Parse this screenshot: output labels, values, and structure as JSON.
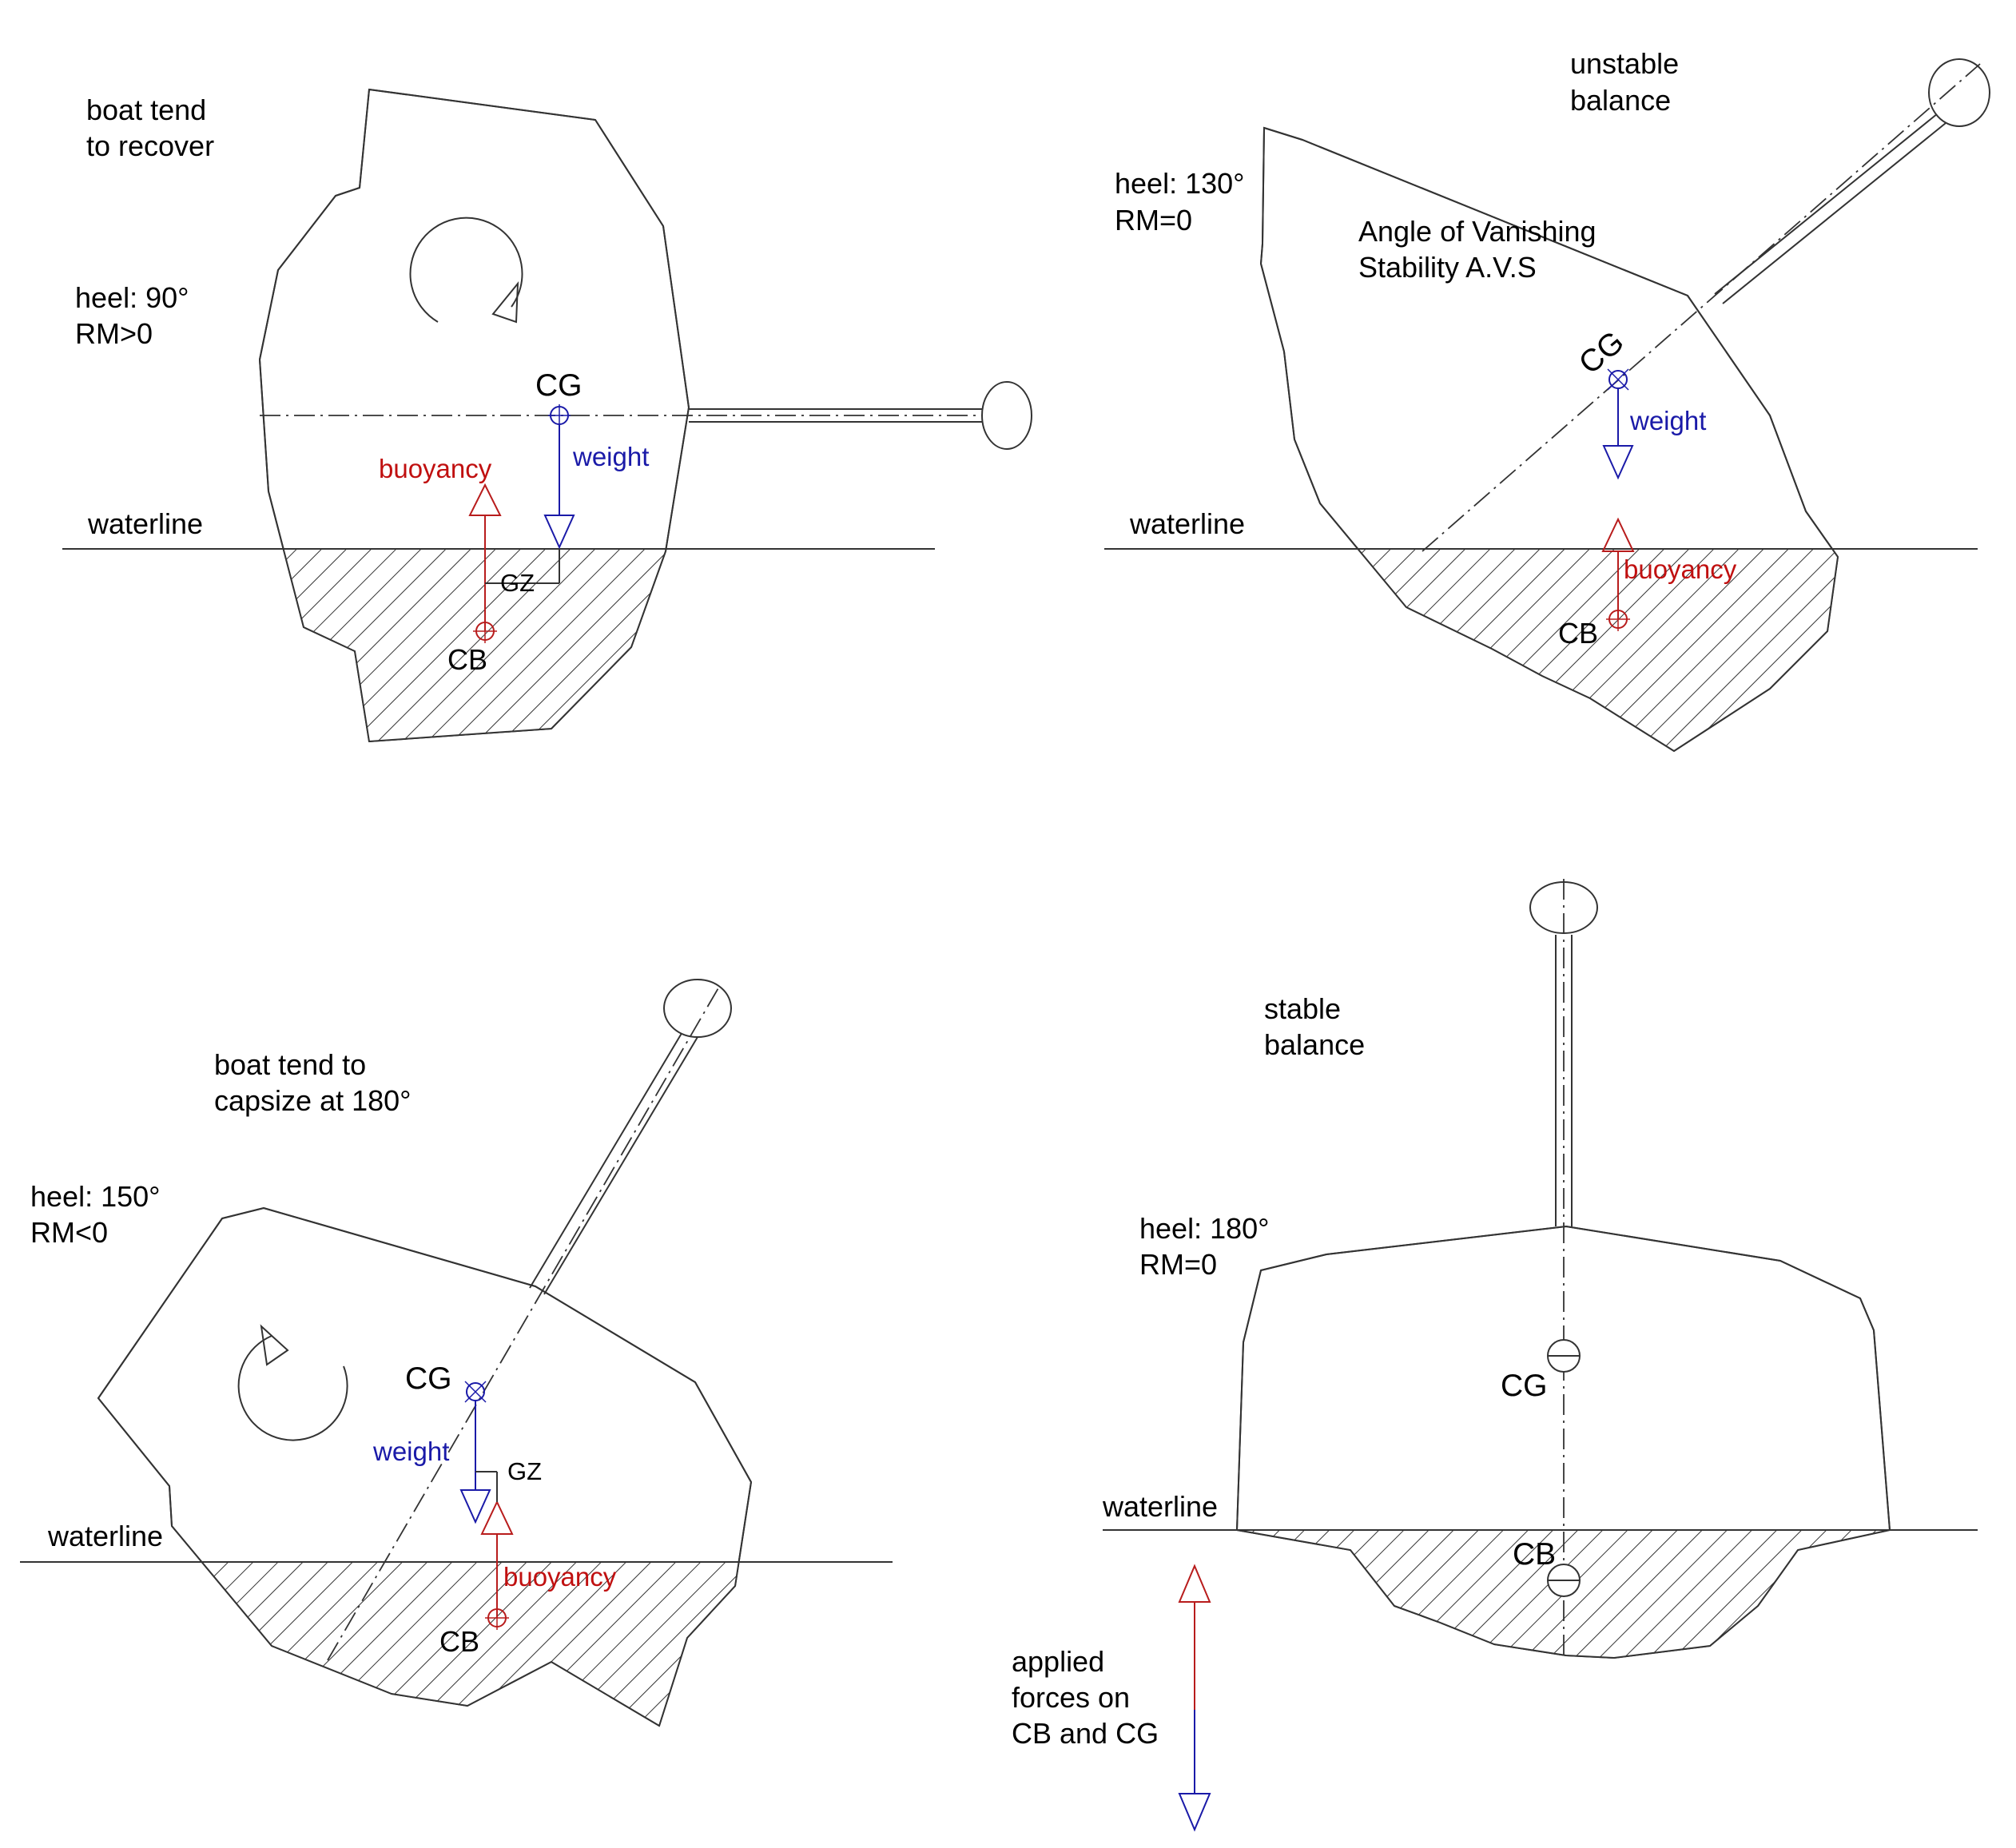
{
  "panels": [
    {
      "title": [
        "boat tend",
        "to recover"
      ],
      "heel": "heel: 90°",
      "rm": "RM>0",
      "cg": "CG",
      "cb": "CB",
      "gz": "GZ",
      "weight": "weight",
      "buoyancy": "buoyancy",
      "waterline": "waterline"
    },
    {
      "title": [
        "unstable",
        "balance"
      ],
      "heel": "heel: 130°",
      "rm": "RM=0",
      "avs": [
        "Angle of Vanishing",
        "Stability A.V.S"
      ],
      "cg": "CG",
      "cb": "CB",
      "weight": "weight",
      "buoyancy": "buoyancy",
      "waterline": "waterline"
    },
    {
      "title": [
        "boat tend to",
        "capsize at 180°"
      ],
      "heel": "heel: 150°",
      "rm": "RM<0",
      "cg": "CG",
      "cb": "CB",
      "gz": "GZ",
      "weight": "weight",
      "buoyancy": "buoyancy",
      "waterline": "waterline"
    },
    {
      "title": [
        "stable",
        "balance"
      ],
      "heel": "heel: 180°",
      "rm": "RM=0",
      "cg": "CG",
      "cb": "CB",
      "waterline": "waterline",
      "forces": [
        "applied",
        "forces on",
        "CB and CG"
      ]
    }
  ],
  "colors": {
    "weight": "#1a1aa8",
    "buoyancy": "#b81c1c",
    "line": "#333333"
  }
}
